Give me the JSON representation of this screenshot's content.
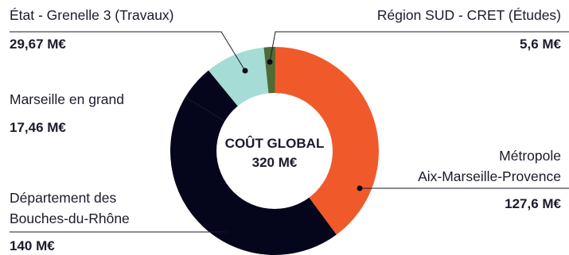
{
  "chart_data": {
    "type": "donut",
    "center_label": "COÛT GLOBAL",
    "center_value": "320 M€",
    "total": 320,
    "unit": "M€",
    "slices": [
      {
        "name": "Métropole",
        "name2": "Aix-Marseille-Provence",
        "value": 127.6,
        "value_label": "127,6 M€",
        "color": "#f05a2a"
      },
      {
        "name": "Département des",
        "name2": "Bouches-du-Rhône",
        "value": 140,
        "value_label": "140 M€",
        "color": "#05051b"
      },
      {
        "name": "Marseille en grand",
        "name2": "",
        "value": 17.46,
        "value_label": "17,46 M€",
        "color": "#05051b"
      },
      {
        "name": "État - Grenelle 3 (Travaux)",
        "name2": "",
        "value": 29.67,
        "value_label": "29,67 M€",
        "color": "#a6dcd6"
      },
      {
        "name": "Région SUD - CRET (Études)",
        "name2": "",
        "value": 5.6,
        "value_label": "5,6 M€",
        "color": "#4e6b35"
      }
    ]
  }
}
